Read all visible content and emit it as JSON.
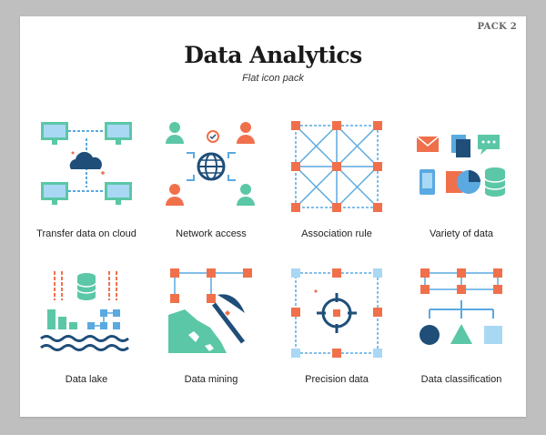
{
  "header": {
    "pack_label": "PACK 2",
    "title": "Data Analytics",
    "subtitle": "Flat icon pack"
  },
  "palette": {
    "teal": "#5bc7a6",
    "blue": "#5aa9e0",
    "light_blue": "#a9d8f5",
    "orange": "#f0704c",
    "red_orange": "#e8624a",
    "navy": "#1f4e79",
    "dark_teal": "#2f8f7a"
  },
  "icons": [
    {
      "icon": "cloud-transfer-icon",
      "caption": "Transfer data on cloud"
    },
    {
      "icon": "network-globe-icon",
      "caption": "Network access"
    },
    {
      "icon": "node-graph-icon",
      "caption": "Association rule"
    },
    {
      "icon": "data-variety-icon",
      "caption": "Variety of data"
    },
    {
      "icon": "data-lake-icon",
      "caption": "Data lake"
    },
    {
      "icon": "pickaxe-mining-icon",
      "caption": "Data mining"
    },
    {
      "icon": "target-crosshair-icon",
      "caption": "Precision data"
    },
    {
      "icon": "classification-tree-icon",
      "caption": "Data classification"
    }
  ]
}
